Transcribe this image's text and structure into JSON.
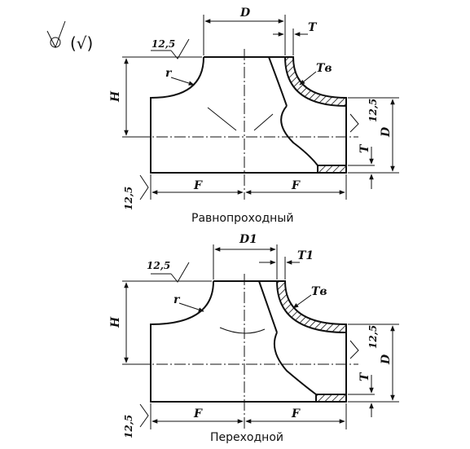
{
  "roughness_symbol": "(√)",
  "top": {
    "caption": "Равнопроходный",
    "labels": {
      "D": "D",
      "T": "T",
      "Tb": "Tв",
      "r": "r",
      "H": "H",
      "F_left": "F",
      "F_right": "F",
      "D_right": "D",
      "T_right": "T",
      "rough_top": "12,5",
      "rough_right": "12,5",
      "rough_bottom": "12,5"
    }
  },
  "bottom": {
    "caption": "Переходной",
    "labels": {
      "D1": "D1",
      "T1": "T1",
      "Tb": "Tв",
      "r": "r",
      "H": "H",
      "F_left": "F",
      "F_right": "F",
      "D_right": "D",
      "T_right": "T",
      "rough_top": "12,5",
      "rough_right": "12,5",
      "rough_bottom": "12,5"
    }
  }
}
